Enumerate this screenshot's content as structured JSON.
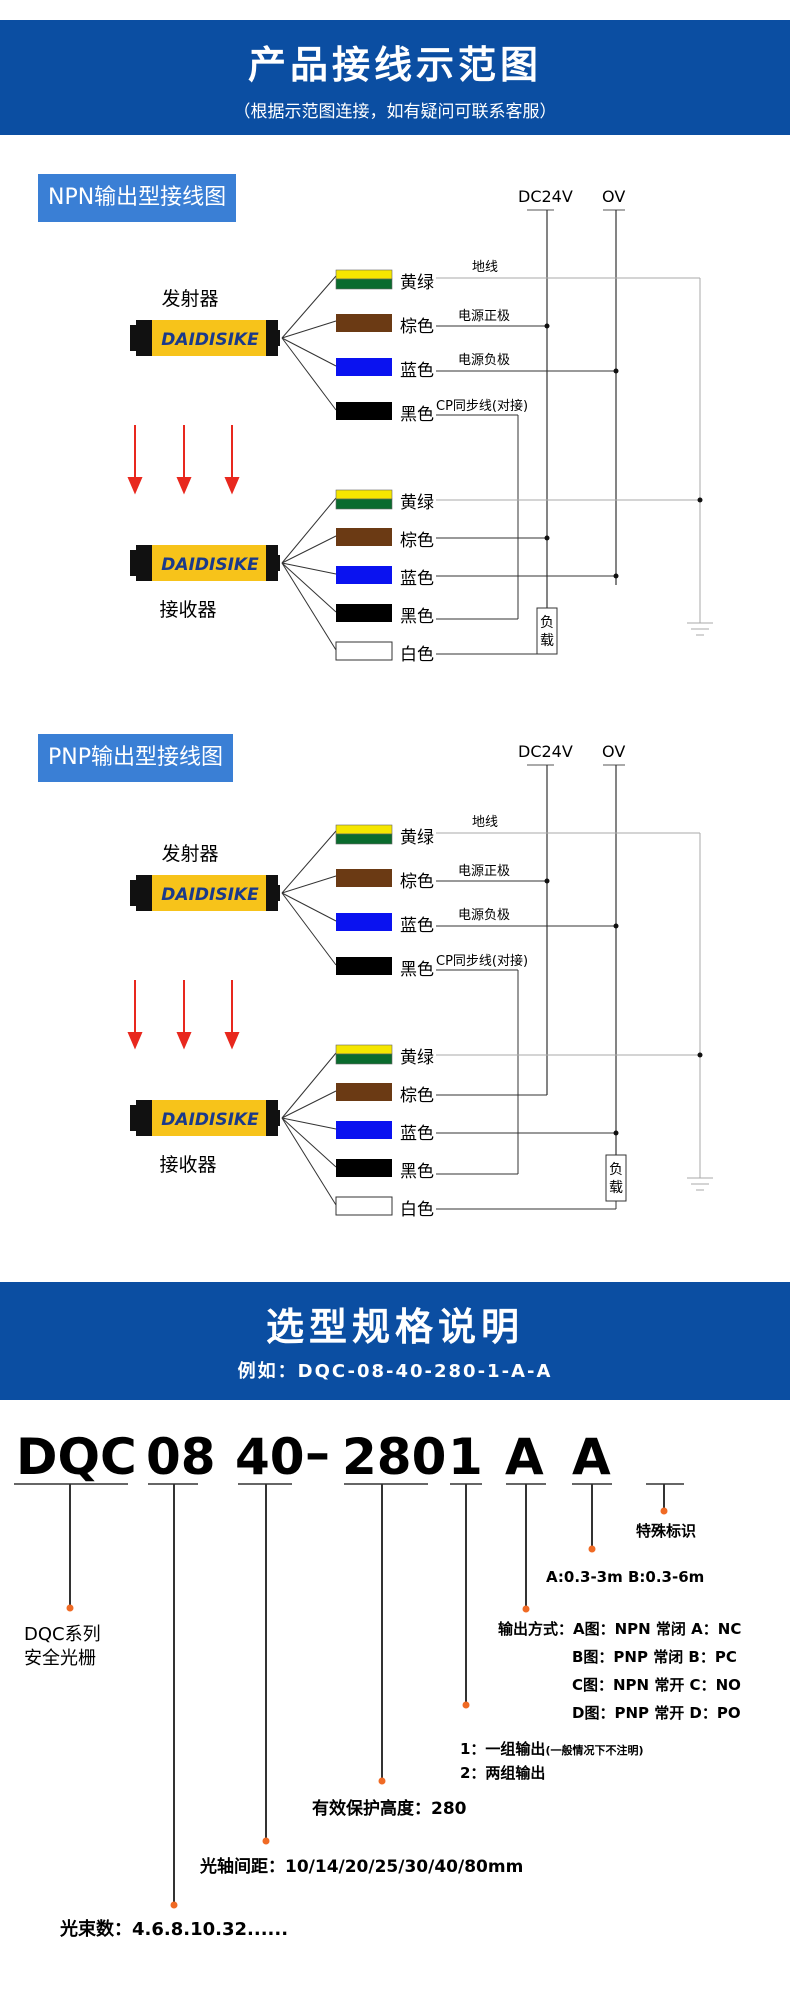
{
  "header": {
    "title": "产品接线示范图",
    "subtitle": "（根据示范图连接，如有疑问可联系客服）"
  },
  "npn": {
    "section_title": "NPN输出型接线图",
    "dc_label": "DC24V",
    "ov_label": "OV",
    "emitter_label": "发射器",
    "receiver_label": "接收器",
    "brand": "DAIDISIKE",
    "emitter_wires": [
      "黄绿",
      "棕色",
      "蓝色",
      "黑色"
    ],
    "emitter_notes": [
      "地线",
      "电源正极",
      "电源负极",
      "CP同步线(对接)"
    ],
    "receiver_wires": [
      "黄绿",
      "棕色",
      "蓝色",
      "黑色",
      "白色"
    ],
    "load_label": "负载"
  },
  "pnp": {
    "section_title": "PNP输出型接线图",
    "dc_label": "DC24V",
    "ov_label": "OV",
    "emitter_label": "发射器",
    "receiver_label": "接收器",
    "brand": "DAIDISIKE",
    "emitter_wires": [
      "黄绿",
      "棕色",
      "蓝色",
      "黑色"
    ],
    "emitter_notes": [
      "地线",
      "电源正极",
      "电源负极",
      "CP同步线(对接)"
    ],
    "receiver_wires": [
      "黄绿",
      "棕色",
      "蓝色",
      "黑色",
      "白色"
    ],
    "load_label": "负载"
  },
  "wire_colors": {
    "yellow": "#f5e600",
    "green": "#0a6b2e",
    "brown": "#6b3a14",
    "blue": "#0a12f0",
    "black": "#000000",
    "white": "#ffffff",
    "arrow_red": "#e8281e",
    "dot_orange": "#f06a24"
  },
  "selection": {
    "title": "选型规格说明",
    "example": "例如：DQC-08-40-280-1-A-A",
    "code_parts": [
      "DQC",
      "08",
      "40",
      "–",
      "280",
      "1",
      "A",
      "A"
    ],
    "special_mark": "特殊标识",
    "range": "A:0.3-3m  B:0.3-6m",
    "output_mode": "输出方式：A图：NPN   常闭   A：NC",
    "output_b": "B图：PNP   常闭   B：PC",
    "output_c": "C图：NPN   常开   C：NO",
    "output_d": "D图：PNP   常开   D：PO",
    "groups_1": "1：一组输出",
    "groups_1_note": "(一般情况下不注明)",
    "groups_2": "2：两组输出",
    "height": "有效保护高度：280",
    "spacing": "光轴间距：10/14/20/25/30/40/80mm",
    "beams": "光束数：4.6.8.10.32......",
    "series_1": "DQC系列",
    "series_2": "安全光栅"
  }
}
